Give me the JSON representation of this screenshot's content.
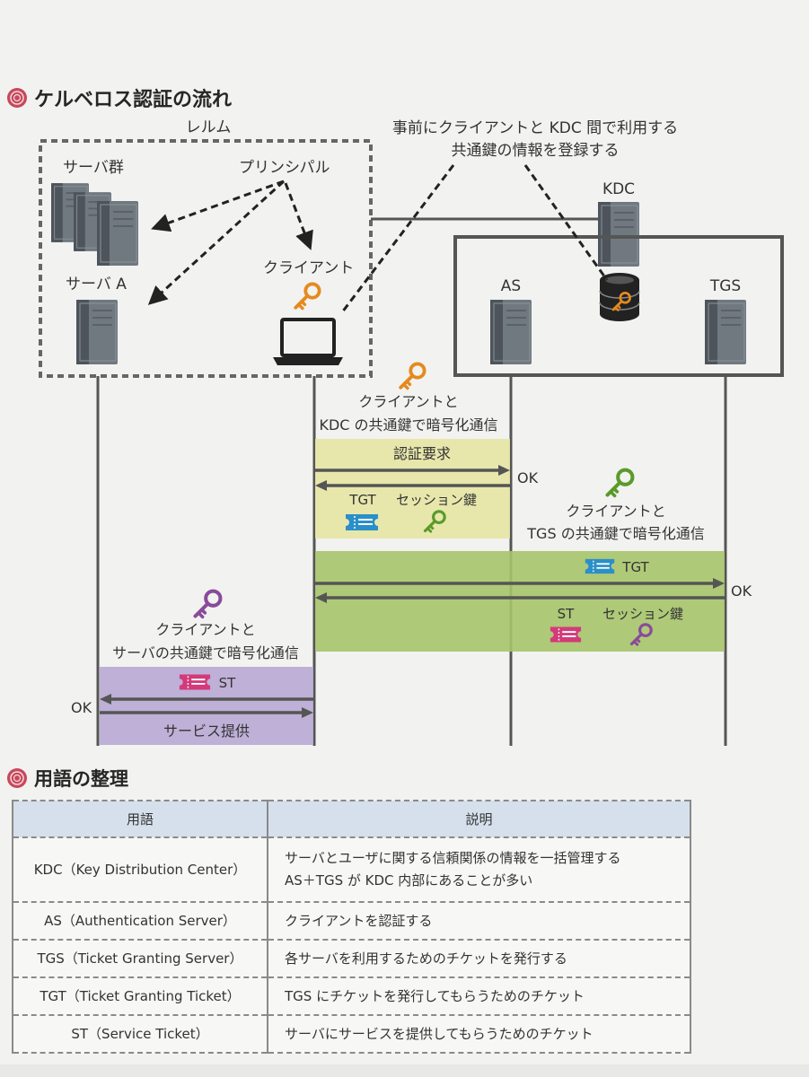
{
  "section1": {
    "title": "ケルベロス認証の流れ"
  },
  "section2": {
    "title": "用語の整理"
  },
  "realm": {
    "label": "レルム",
    "server_group": "サーバ群",
    "principal": "プリンシパル",
    "server_a": "サーバ A",
    "client": "クライアント"
  },
  "kdc": {
    "label": "KDC",
    "as": "AS",
    "tgs": "TGS"
  },
  "note": {
    "line1": "事前にクライアントと KDC 間で利用する",
    "line2": "共通鍵の情報を登録する"
  },
  "flow": {
    "step1": {
      "line1": "クライアントと",
      "line2": "KDC の共通鍵で暗号化通信",
      "request": "認証要求",
      "ok": "OK",
      "tgt": "TGT",
      "session_key": "セッション鍵"
    },
    "step2": {
      "line1": "クライアントと",
      "line2": "TGS の共通鍵で暗号化通信",
      "tgt": "TGT",
      "ok": "OK",
      "st": "ST",
      "session_key": "セッション鍵"
    },
    "step3": {
      "line1": "クライアントと",
      "line2": "サーバの共通鍵で暗号化通信",
      "st": "ST",
      "ok": "OK",
      "service": "サービス提供"
    }
  },
  "colors": {
    "key_orange": "#e58a1f",
    "key_green": "#5a9a2a",
    "key_purple": "#8a4a9a",
    "band_yellow": "#e6e6a4",
    "band_green": "#a6c46a",
    "band_purple": "#b8a8d4"
  },
  "icons": [
    "server-icon",
    "key-icon",
    "laptop-icon",
    "database-icon",
    "ticket-icon",
    "section-bullet-icon"
  ],
  "glossary": {
    "header_term": "用語",
    "header_desc": "説明",
    "rows": [
      {
        "term": "KDC（Key Distribution Center）",
        "desc": [
          "サーバとユーザに関する信頼関係の情報を一括管理する",
          "AS＋TGS が KDC 内部にあることが多い"
        ]
      },
      {
        "term": "AS（Authentication Server）",
        "desc": [
          "クライアントを認証する"
        ]
      },
      {
        "term": "TGS（Ticket Granting Server）",
        "desc": [
          "各サーバを利用するためのチケットを発行する"
        ]
      },
      {
        "term": "TGT（Ticket Granting Ticket）",
        "desc": [
          "TGS にチケットを発行してもらうためのチケット"
        ]
      },
      {
        "term": "ST（Service Ticket）",
        "desc": [
          "サーバにサービスを提供してもらうためのチケット"
        ]
      }
    ]
  }
}
